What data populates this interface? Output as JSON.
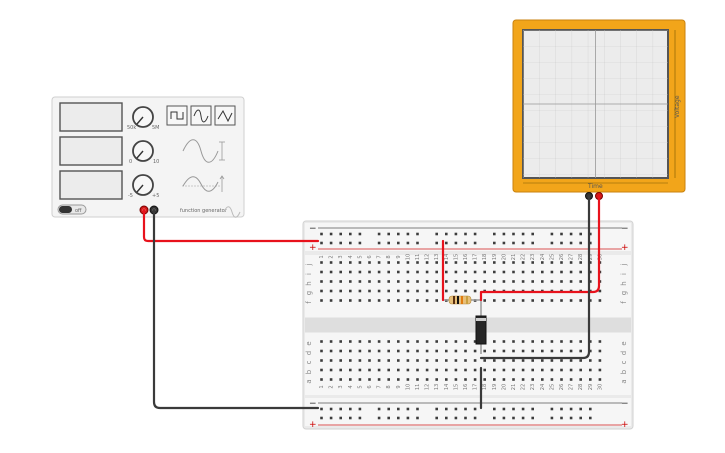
{
  "function_generator": {
    "button_label": "off",
    "waveforms": [
      "square-wave-icon",
      "sine-wave-icon",
      "triangle-wave-icon"
    ],
    "knob_labels": [
      [
        "50k",
        "5M"
      ],
      [
        "0",
        "10"
      ],
      [
        "-5",
        "+5"
      ]
    ],
    "brand_text": "function generator"
  },
  "oscilloscope": {
    "time_label": "Time",
    "voltage_label": "Voltage"
  },
  "breadboard": {
    "top_rows": [
      "j",
      "i",
      "h",
      "g",
      "f"
    ],
    "bottom_rows": [
      "e",
      "d",
      "c",
      "b",
      "a"
    ],
    "columns": 30,
    "plus": "+",
    "minus": "−"
  },
  "colors": {
    "red_wire": "#e8121c",
    "black_wire": "#3a3a3a",
    "scope_frame": "#f2a51a"
  }
}
